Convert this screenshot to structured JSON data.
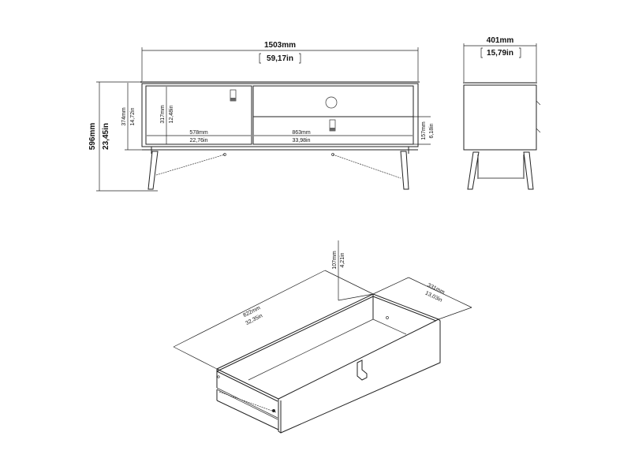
{
  "front_view": {
    "width_mm": "1503mm",
    "width_in": "59,17in",
    "height_mm": "596mm",
    "height_in": "23,45in",
    "body_height_mm": "374mm",
    "body_height_in": "14,72in",
    "door_height_mm": "317mm",
    "door_height_in": "12,48in",
    "door_width_mm": "578mm",
    "door_width_in": "22,76in",
    "drawer_width_mm": "863mm",
    "drawer_width_in": "33,98in",
    "drawer_height_mm": "157mm",
    "drawer_height_in": "6,18in"
  },
  "side_view": {
    "depth_mm": "401mm",
    "depth_in": "15,79in"
  },
  "drawer_view": {
    "length_mm": "822mm",
    "length_in": "32,35in",
    "depth_mm": "331mm",
    "depth_in": "13,03in",
    "height_mm": "107mm",
    "height_in": "4,21in"
  }
}
